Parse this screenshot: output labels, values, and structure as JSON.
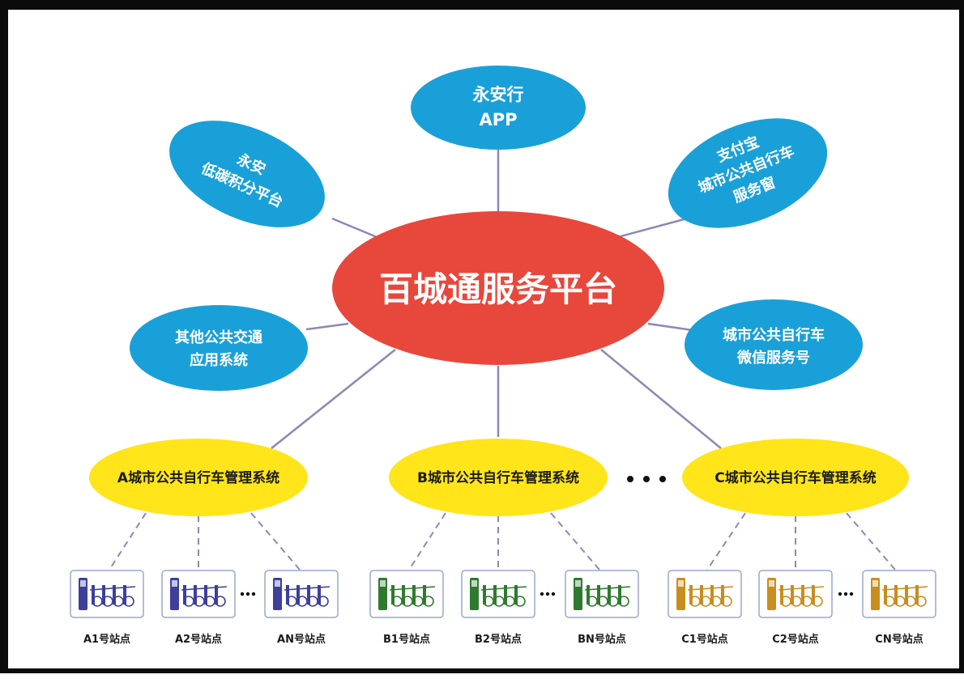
{
  "center": {
    "label": "百城通服务平台"
  },
  "satellites": [
    {
      "lines": [
        "永安行",
        "APP"
      ]
    },
    {
      "lines": [
        "支付宝",
        "城市公共自行车",
        "服务窗"
      ]
    },
    {
      "lines": [
        "城市公共自行车",
        "微信服务号"
      ]
    },
    {
      "lines": [
        "其他公共交通",
        "应用系统"
      ]
    },
    {
      "lines": [
        "永安",
        "低碳积分平台"
      ]
    }
  ],
  "systems": [
    {
      "label": "A城市公共自行车管理系统",
      "stations": [
        "A1号站点",
        "A2号站点",
        "AN号站点"
      ],
      "station_color": "#3d3f9a"
    },
    {
      "label": "B城市公共自行车管理系统",
      "stations": [
        "B1号站点",
        "B2号站点",
        "BN号站点"
      ],
      "station_color": "#2f7a2f"
    },
    {
      "label": "C城市公共自行车管理系统",
      "stations": [
        "C1号站点",
        "C2号站点",
        "CN号站点"
      ],
      "station_color": "#c98d1e"
    }
  ],
  "colors": {
    "center": "#e8473b",
    "satellite": "#1aa0d8",
    "system": "#ffe51a",
    "connector": "#8b88b5"
  }
}
